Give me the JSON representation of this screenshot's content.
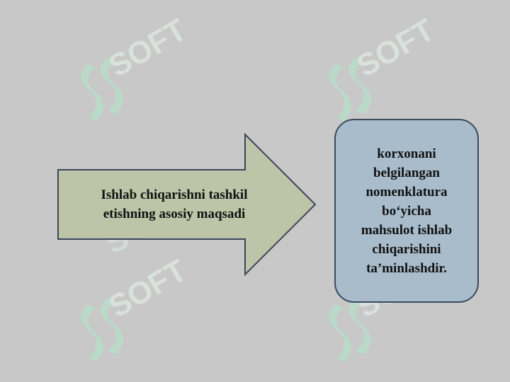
{
  "arrow": {
    "lines": [
      "Ishlab chiqarishni tashkil",
      "etishning asosiy maqsadi"
    ],
    "fill": "#bdc4a8",
    "stroke": "#3c4658"
  },
  "result": {
    "lines": [
      "korxonani",
      "belgilangan",
      "nomenklatura",
      "bo‘yicha",
      "mahsulot ishlab",
      "chiqarishini",
      "ta’minlashdir."
    ],
    "fill": "#a8bccb",
    "stroke": "#3a4a5c"
  },
  "watermark": {
    "text": "SOFT",
    "color": "#b4dcc6"
  },
  "background": "#c8c8c8"
}
